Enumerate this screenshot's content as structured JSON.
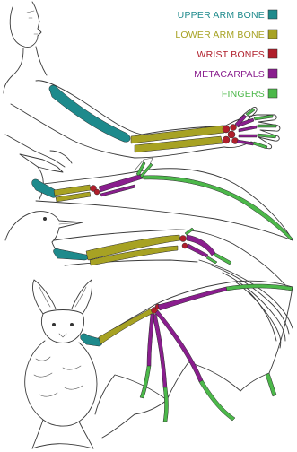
{
  "legend": {
    "upper_arm": {
      "label": "UPPER ARM BONE",
      "color": "#1e8a8c"
    },
    "lower_arm": {
      "label": "LOWER ARM BONE",
      "color": "#a7a223"
    },
    "wrist": {
      "label": "WRIST BONES",
      "color": "#b01e2b"
    },
    "metacarpals": {
      "label": "METACARPALS",
      "color": "#8a1e8e"
    },
    "fingers": {
      "label": "FINGERS",
      "color": "#4cb84a"
    }
  },
  "figures": [
    "human",
    "pterosaur",
    "bird",
    "bat"
  ]
}
